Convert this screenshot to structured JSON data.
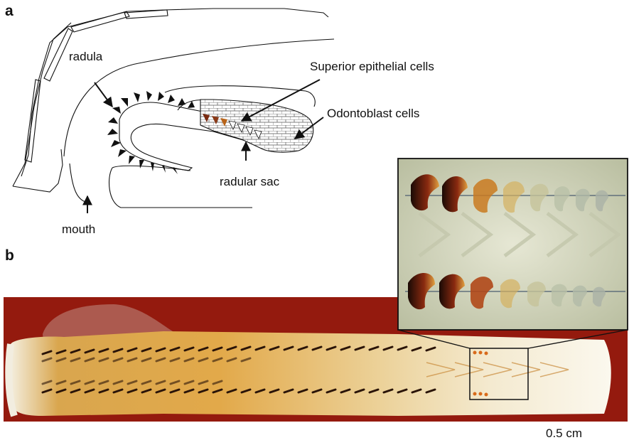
{
  "panels": {
    "a": "a",
    "b": "b"
  },
  "labels": {
    "radula": "radula",
    "superior_epithelial": "Superior epithelial cells",
    "odontoblast": "Odontoblast cells",
    "radular_sac": "radular sac",
    "mouth": "mouth"
  },
  "scale_bar": "0.5 cm",
  "colors": {
    "line": "#111111",
    "photo_background": "#9c1c10",
    "ribbon": "#e3b056",
    "teeth_dark": "#2a1408",
    "inset_background": "#dfe0c6"
  }
}
